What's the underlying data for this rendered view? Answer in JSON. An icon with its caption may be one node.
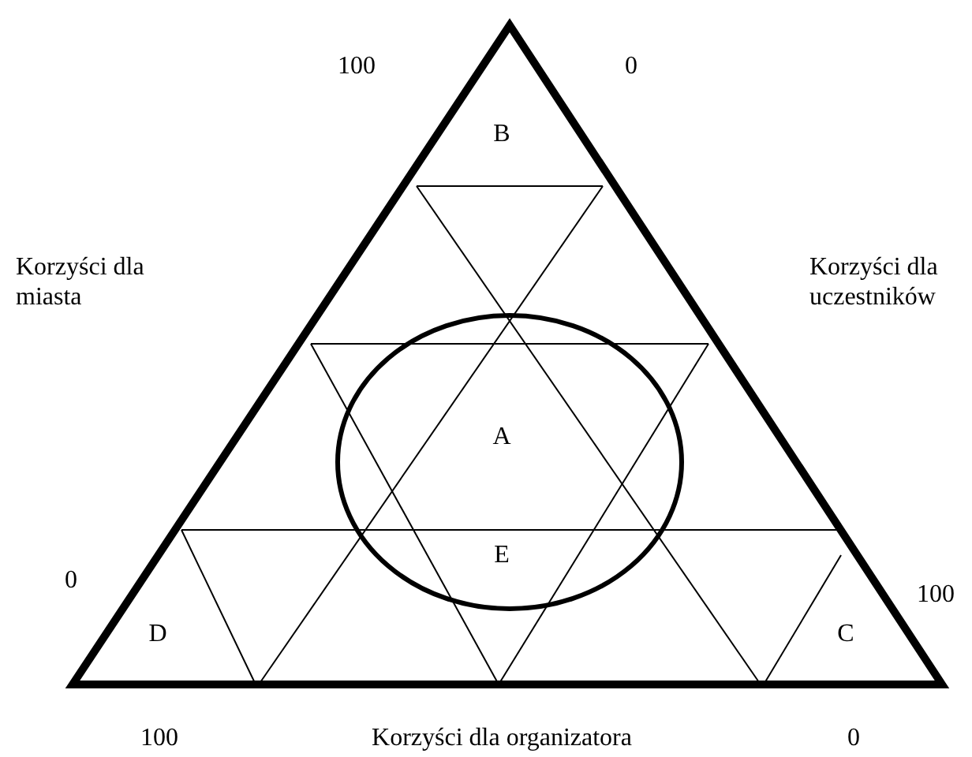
{
  "diagram": {
    "labels": [
      "100",
      "0",
      "B",
      "Korzyści dla miasta",
      "Korzyści dla uczestników",
      "A",
      "E",
      "0",
      "100",
      "D",
      "C",
      "100",
      "Korzyści dla organizatora",
      "0"
    ]
  }
}
